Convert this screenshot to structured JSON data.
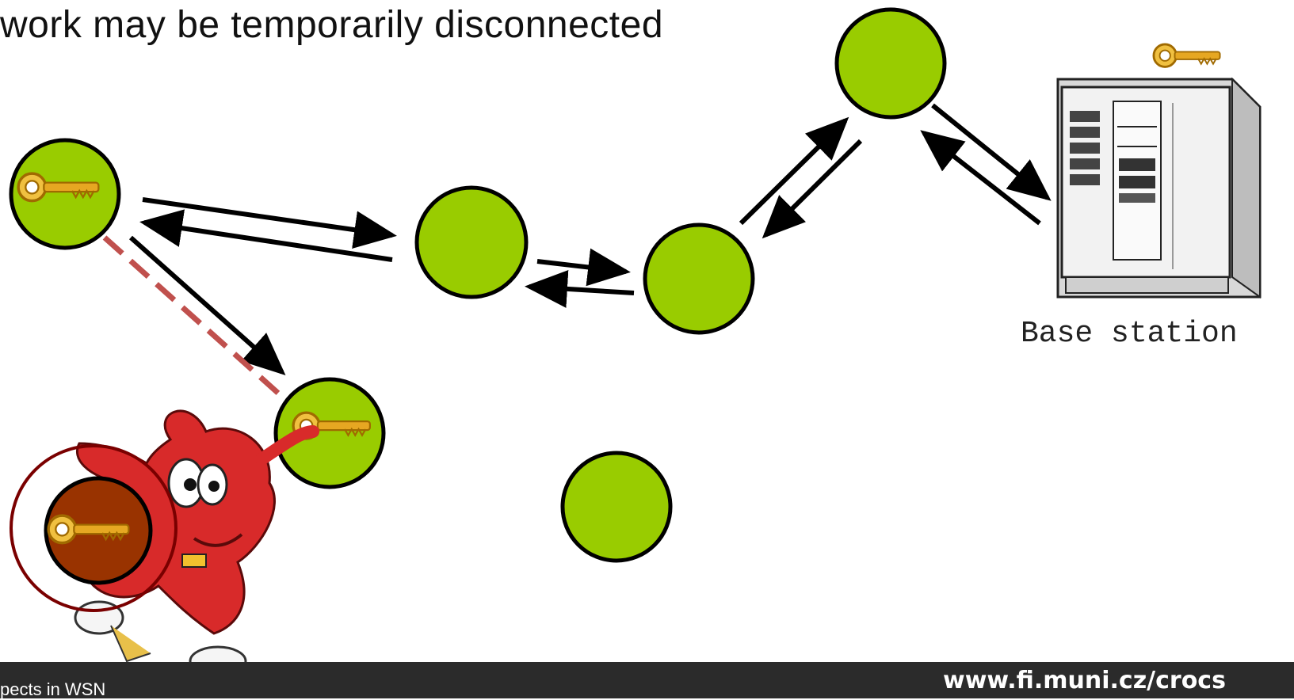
{
  "slide": {
    "title": "work may be temporarily disconnected",
    "footer_left": "pects in WSN",
    "footer_right": "www.fi.muni.cz/crocs"
  },
  "diagram": {
    "base_station_label": "Base station",
    "colors": {
      "node_fill": "#99cc00",
      "node_stroke": "#000000",
      "compromised_fill": "#993300",
      "compromised_ring": "#7a0000",
      "dashed_link": "#c0504d",
      "key_gold": "#e0a21a",
      "footer_bg": "#2b2b2b"
    },
    "icons": [
      "key-icon",
      "server-icon",
      "daemon-mascot-icon"
    ]
  }
}
